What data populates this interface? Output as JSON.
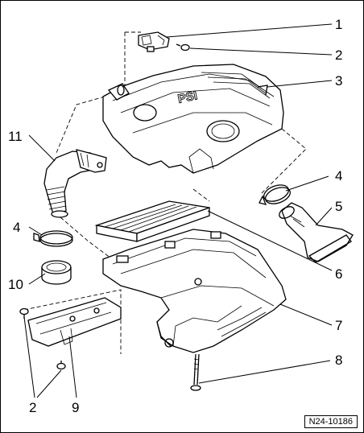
{
  "callouts": {
    "c1": "1",
    "c2a": "2",
    "c3": "3",
    "c4a": "4",
    "c5": "5",
    "c6": "6",
    "c7": "7",
    "c8": "8",
    "c11": "11",
    "c4b": "4",
    "c10": "10",
    "c2b": "2",
    "c9": "9"
  },
  "cover_logo": "PSI",
  "reference_code": "N24-10186"
}
